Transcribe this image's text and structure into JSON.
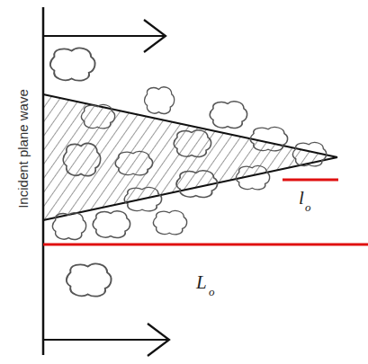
{
  "diagram": {
    "labels": [
      "Incident plane wave",
      "l",
      "o",
      "L",
      "o"
    ]
  }
}
